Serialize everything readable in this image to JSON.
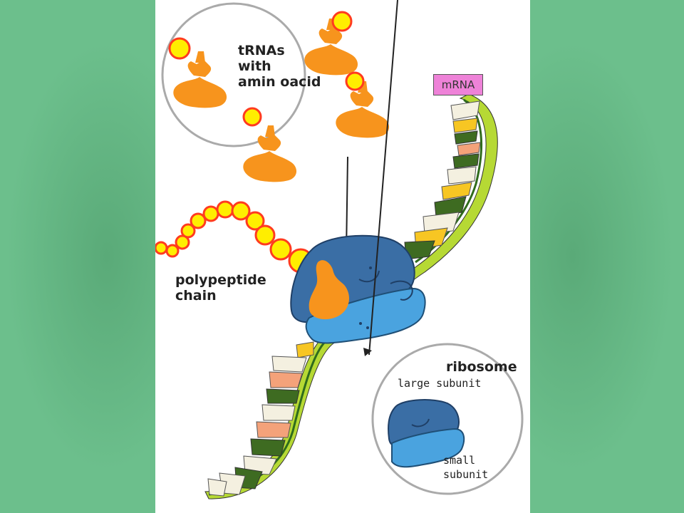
{
  "labels": {
    "trnas": "tRNAs\nwith\namin oacid",
    "mrna": "mRNA",
    "polypeptide": "polypeptide\nchain",
    "ribosome": "ribosome",
    "large_subunit": "large subunit",
    "small_subunit": "small\nsubunit"
  },
  "colors": {
    "background": "#6cbf8c",
    "trna": "#f7941d",
    "amino_acid_fill": "#ffee00",
    "amino_acid_ring": "#ff3b1f",
    "ribosome_large": "#3a6ea5",
    "ribosome_small": "#4aa3df",
    "mrna_backbone": "#b6d934",
    "mrna_tag": "#ee82d8"
  }
}
